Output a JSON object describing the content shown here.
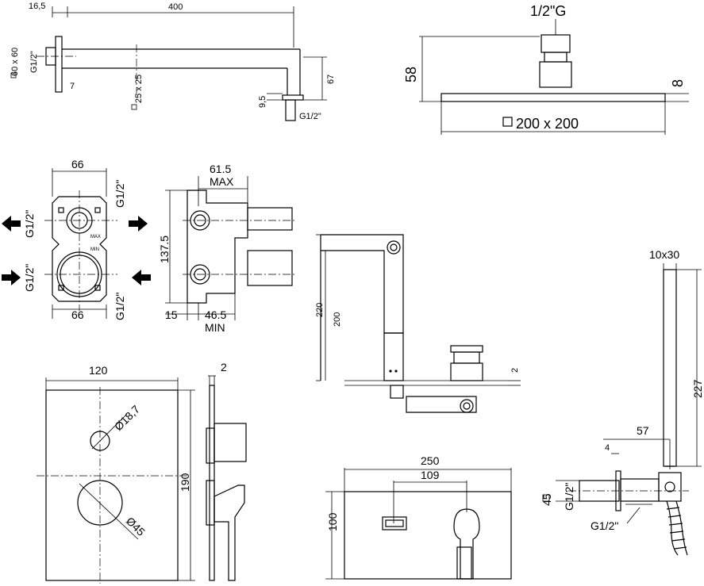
{
  "shower_arm": {
    "flange_dim": "16,5",
    "length": "400",
    "flange_size": "60 x 60",
    "thread_in": "G1/2\"",
    "wall_depth": "7",
    "arm_section": "25 x 25",
    "drop": "67",
    "outlet_dim": "9,5",
    "thread_out": "G1/2\""
  },
  "shower_head": {
    "thread": "1/2\"G",
    "height": "58",
    "thickness": "8",
    "size": "200 x 200"
  },
  "mixer_body": {
    "width_top": "66",
    "width_bottom": "66",
    "port_1": "G1/2\"",
    "port_2": "G1/2\"",
    "port_3": "G1/2\"",
    "port_4": "G1/2\"",
    "label_max": "MAX",
    "label_min": "MIN"
  },
  "mixer_side": {
    "max_depth": "61.5",
    "max_label": "MAX",
    "height": "137.5",
    "min_offset": "15",
    "min_depth": "46.5",
    "min_label": "MIN"
  },
  "spout": {
    "height_total": "220",
    "height_inner": "200",
    "plate_thickness": "2"
  },
  "hand_shower": {
    "section": "10x30",
    "length": "227",
    "outlet_length": "57",
    "wall_gap": "4",
    "flange": "45",
    "thread_a": "G1/2\"",
    "thread_b": "G1/2\""
  },
  "trim_plate": {
    "width": "120",
    "height": "190",
    "hole_small": "18,7",
    "hole_large": "45",
    "thickness": "2"
  },
  "bath_plate": {
    "width": "250",
    "spacing": "109",
    "height": "100"
  }
}
